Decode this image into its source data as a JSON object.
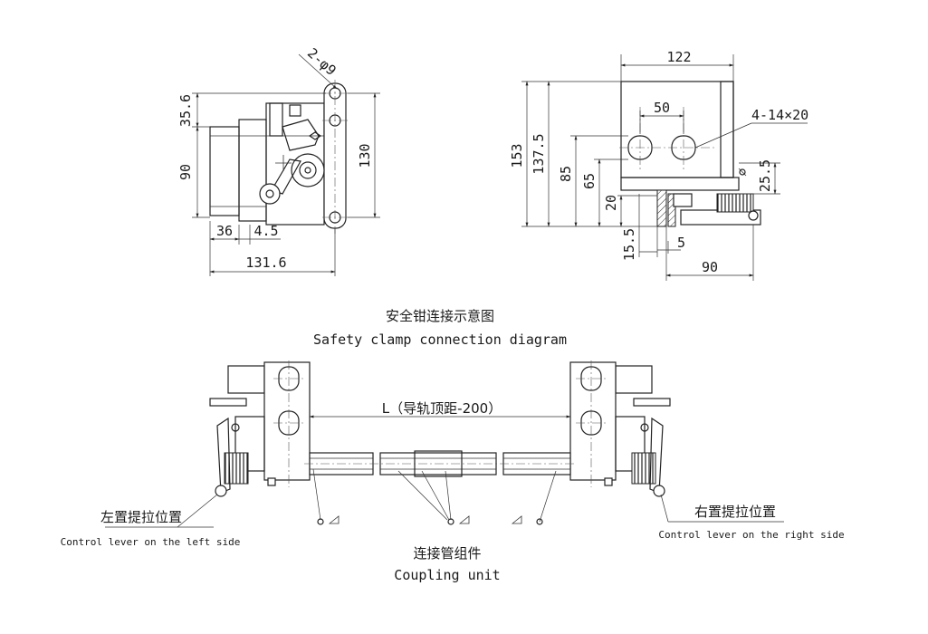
{
  "side_view": {
    "dims": {
      "d1": "35.6",
      "d2": "90",
      "d3": "2-φ9",
      "d4": "130",
      "d5": "36",
      "d6": "4.5",
      "d7": "131.6"
    }
  },
  "front_view": {
    "dims": {
      "d1": "122",
      "d2": "50",
      "d3": "4-14×20",
      "d4": "153",
      "d5": "137.5",
      "d6": "85",
      "d7": "65",
      "d8": "20",
      "d9": "25.5",
      "d10": "15.5",
      "d11": "5",
      "d12": "90"
    }
  },
  "connection_diagram": {
    "title_cn": "安全钳连接示意图",
    "title_en": "Safety clamp connection diagram",
    "span_label": "L（导轨顶距-200）",
    "left_label_cn": "左置提拉位置",
    "left_label_en": "Control lever on the left side",
    "right_label_cn": "右置提拉位置",
    "right_label_en": "Control lever on the right side",
    "coupling_cn": "连接管组件",
    "coupling_en": "Coupling unit"
  },
  "colors": {
    "line": "#222222",
    "background": "#ffffff"
  }
}
